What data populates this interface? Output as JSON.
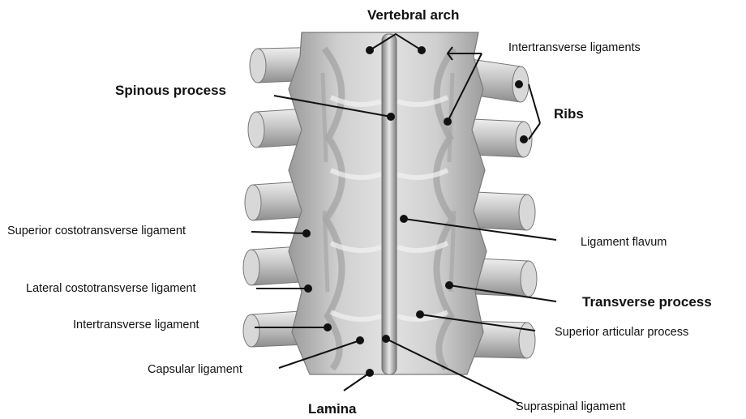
{
  "colors": {
    "background": "#ffffff",
    "bone": "#c9c9c9",
    "bone_light": "#e6e6e6",
    "bone_shadow": "#8c8c8c",
    "line": "#111111",
    "dot": "#111111"
  },
  "labels": {
    "vertebral_arch": "Vertebral arch",
    "intertransverse_ligaments": "Intertransverse ligaments",
    "spinous_process": "Spinous process",
    "ribs": "Ribs",
    "superior_costotransverse_ligament": "Superior costotransverse ligament",
    "ligament_flavum": "Ligament flavum",
    "lateral_costotransverse_ligament": "Lateral costotransverse ligament",
    "transverse_process": "Transverse process",
    "intertransverse_ligament": "Intertransverse ligament",
    "superior_articular_process": "Superior articular process",
    "capsular_ligament": "Capsular ligament",
    "lamina": "Lamina",
    "supraspinal_ligament": "Supraspinal ligament"
  }
}
